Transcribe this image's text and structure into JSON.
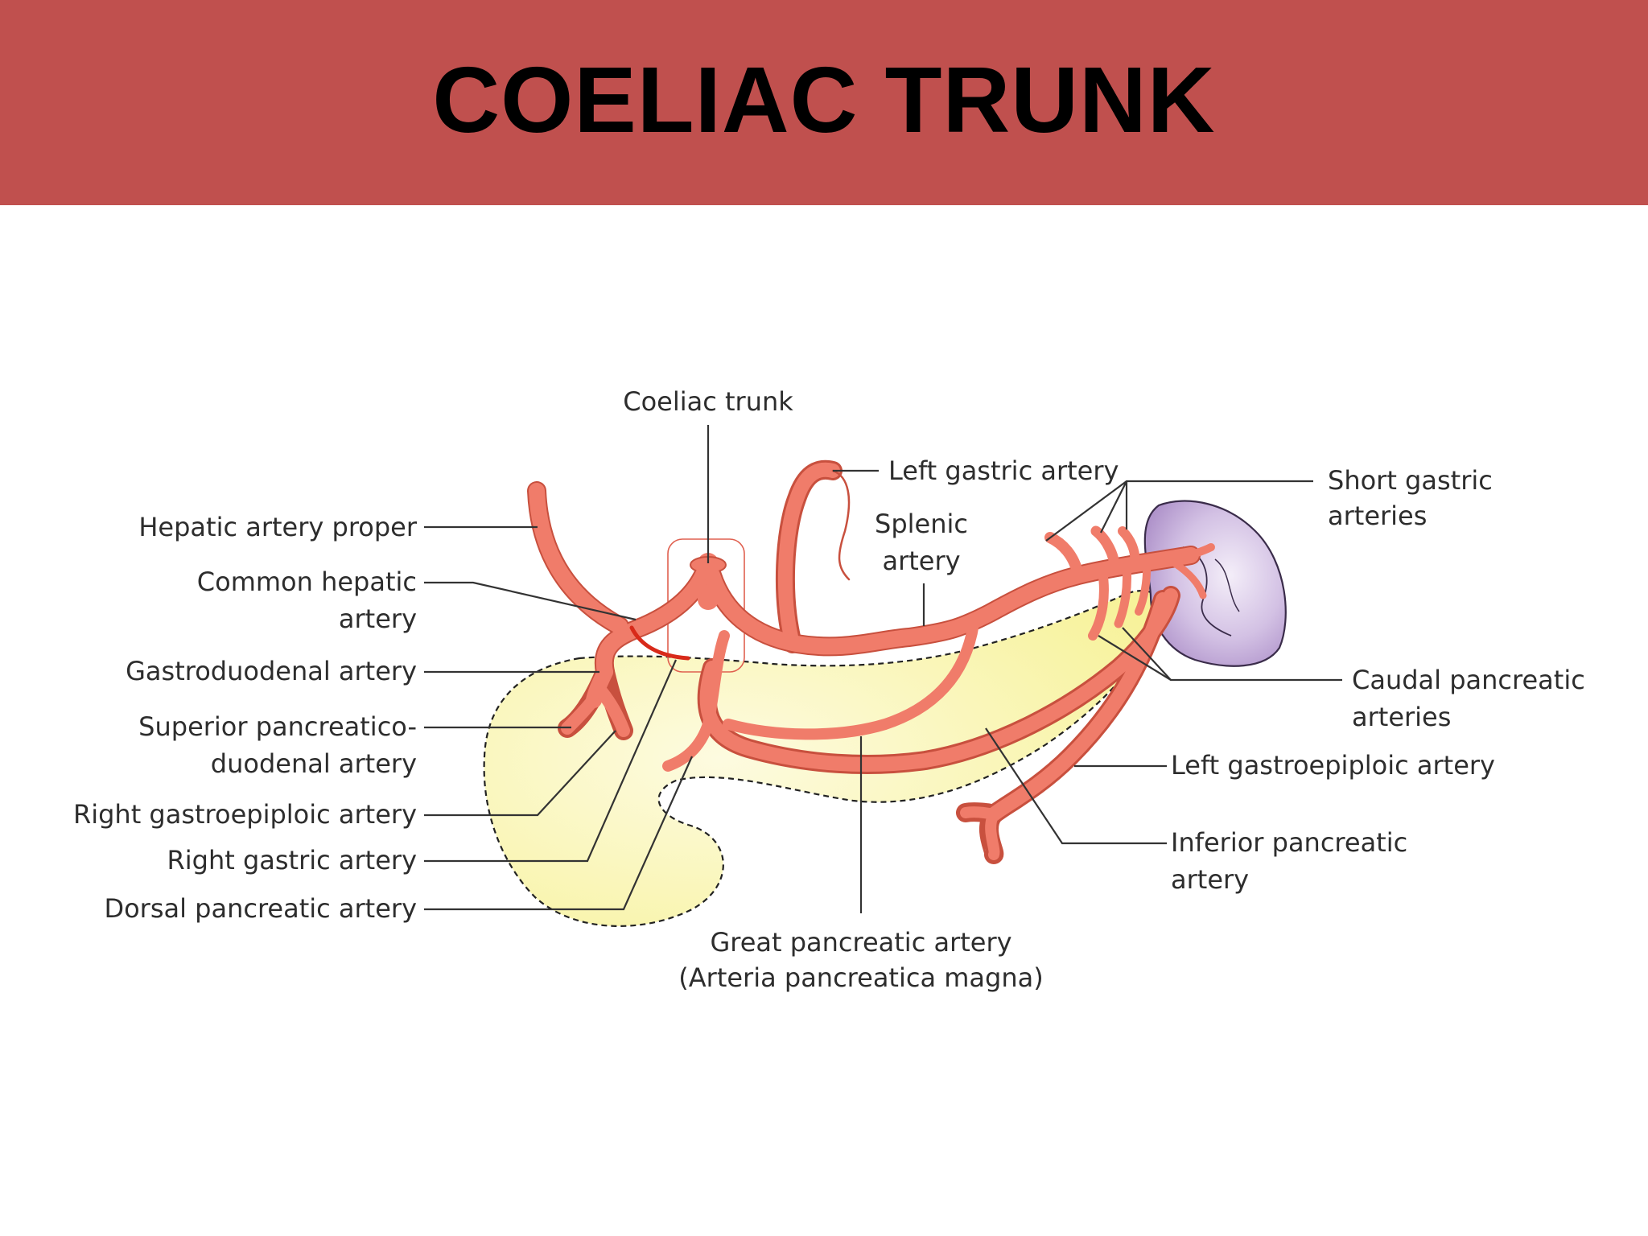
{
  "slide": {
    "title": "COELIAC TRUNK",
    "header_color": "#c0504e"
  },
  "diagram": {
    "colors": {
      "artery": "#f07c6a",
      "artery_edge": "#c8503e",
      "pancreas": "#fbf7b4",
      "spleen": "#b9a0d2"
    },
    "labels": {
      "coeliac_trunk": "Coeliac trunk",
      "left_gastric_artery": "Left gastric artery",
      "splenic_artery_1": "Splenic",
      "splenic_artery_2": "artery",
      "short_gastric_1": "Short gastric",
      "short_gastric_2": "arteries",
      "hepatic_artery_proper": "Hepatic artery proper",
      "common_hepatic_1": "Common hepatic",
      "common_hepatic_2": "artery",
      "gastroduodenal": "Gastroduodenal artery",
      "sup_pancreatico_1": "Superior pancreatico-",
      "sup_pancreatico_2": "duodenal artery",
      "right_gastroepiploic": "Right gastroepiploic artery",
      "right_gastric": "Right gastric artery",
      "dorsal_pancreatic": "Dorsal pancreatic artery",
      "caudal_pancreatic_1": "Caudal pancreatic",
      "caudal_pancreatic_2": "arteries",
      "left_gastroepiploic": "Left gastroepiploic artery",
      "inferior_pancreatic_1": "Inferior pancreatic",
      "inferior_pancreatic_2": "artery",
      "great_pancreatic_1": "Great pancreatic artery",
      "great_pancreatic_2": "(Arteria pancreatica magna)"
    }
  }
}
